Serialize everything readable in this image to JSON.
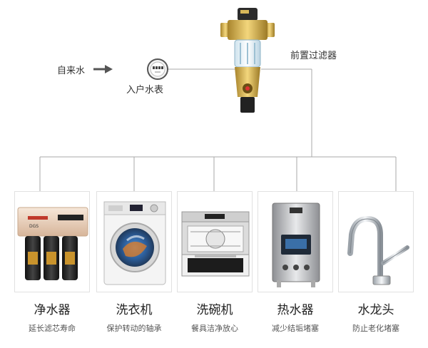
{
  "source_label": "自来水",
  "meter_label": "入户水表",
  "prefilter_label": "前置过滤器",
  "devices": [
    {
      "name": "净水器",
      "desc": "延长滤芯寿命",
      "icon": "water-purifier-icon"
    },
    {
      "name": "洗衣机",
      "desc": "保护转动的轴承",
      "icon": "washing-machine-icon"
    },
    {
      "name": "洗碗机",
      "desc": "餐具洁净放心",
      "icon": "dishwasher-icon"
    },
    {
      "name": "热水器",
      "desc": "减少结垢堵塞",
      "icon": "water-heater-icon"
    },
    {
      "name": "水龙头",
      "desc": "防止老化堵塞",
      "icon": "faucet-icon"
    }
  ],
  "purifier_brand": "DGS"
}
